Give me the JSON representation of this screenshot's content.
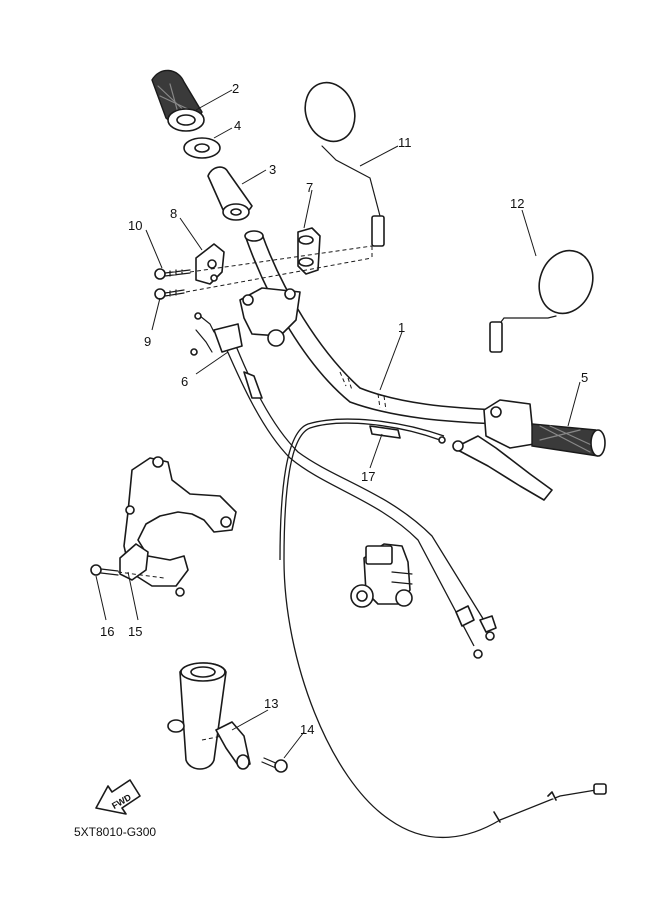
{
  "callouts": [
    {
      "id": "1",
      "label": "1"
    },
    {
      "id": "2",
      "label": "2"
    },
    {
      "id": "3",
      "label": "3"
    },
    {
      "id": "4",
      "label": "4"
    },
    {
      "id": "5",
      "label": "5"
    },
    {
      "id": "6",
      "label": "6"
    },
    {
      "id": "7",
      "label": "7"
    },
    {
      "id": "8",
      "label": "8"
    },
    {
      "id": "9",
      "label": "9"
    },
    {
      "id": "10",
      "label": "10"
    },
    {
      "id": "11",
      "label": "11"
    },
    {
      "id": "12",
      "label": "12"
    },
    {
      "id": "13",
      "label": "13"
    },
    {
      "id": "14",
      "label": "14"
    },
    {
      "id": "15",
      "label": "15"
    },
    {
      "id": "16",
      "label": "16"
    },
    {
      "id": "17",
      "label": "17"
    }
  ],
  "diagram_code": "5XT8010-G300",
  "fwd_label": "FWD"
}
